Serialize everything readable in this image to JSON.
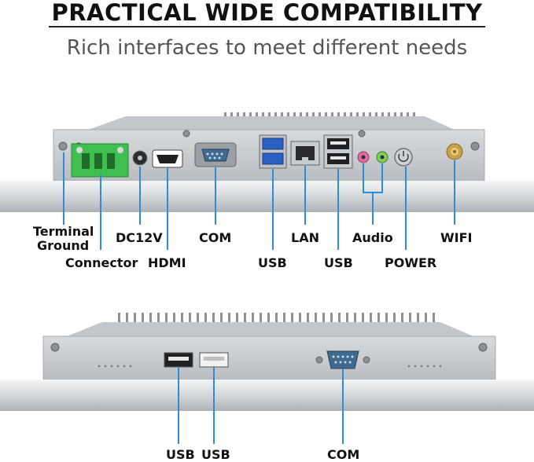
{
  "header": {
    "title": "PRACTICAL WIDE COMPATIBILITY",
    "subtitle": "Rich interfaces to meet different needs"
  },
  "top_panel": {
    "labels": {
      "terminal_ground_line1": "Terminal",
      "terminal_ground_line2": "Ground",
      "connector": "Connector",
      "dc12v": "DC12V",
      "hdmi": "HDMI",
      "com": "COM",
      "usb_left": "USB",
      "lan": "LAN",
      "usb_right": "USB",
      "audio": "Audio",
      "power": "POWER",
      "wifi": "WIFI"
    }
  },
  "bottom_panel": {
    "labels": {
      "usb_1": "USB",
      "usb_2": "USB",
      "com": "COM"
    }
  },
  "colors": {
    "leader_line": "#2a8fd6",
    "chassis": "#c9cdd1",
    "terminal_block": "#3fbf4f"
  }
}
